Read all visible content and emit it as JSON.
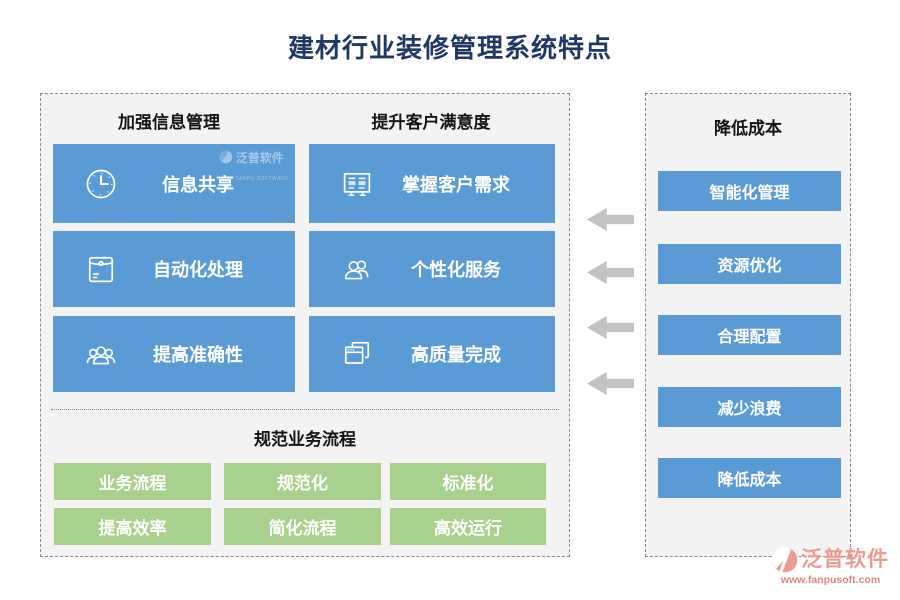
{
  "title": "建材行业装修管理系统特点",
  "left_panel": {
    "sections": [
      {
        "header": "加强信息管理",
        "items": [
          {
            "label": "信息共享",
            "icon": "clock-icon"
          },
          {
            "label": "自动化处理",
            "icon": "envelope-icon"
          },
          {
            "label": "提高准确性",
            "icon": "people-group-icon"
          }
        ]
      },
      {
        "header": "提升客户满意度",
        "items": [
          {
            "label": "掌握客户需求",
            "icon": "board-list-icon"
          },
          {
            "label": "个性化服务",
            "icon": "two-people-icon"
          },
          {
            "label": "高质量完成",
            "icon": "stacked-windows-icon"
          }
        ]
      }
    ],
    "bottom_section": {
      "header": "规范业务流程",
      "items": [
        "业务流程",
        "规范化",
        "标准化",
        "提高效率",
        "简化流程",
        "高效运行"
      ]
    }
  },
  "right_panel": {
    "header": "降低成本",
    "items": [
      "智能化管理",
      "资源优化",
      "合理配置",
      "减少浪费",
      "降低成本"
    ]
  },
  "arrows": {
    "count": 4,
    "direction": "left"
  },
  "watermark": {
    "text": "泛普软件",
    "subtext": "FANPU SOFTWARE"
  },
  "logo": {
    "brand": "泛普软件",
    "url": "www.fanpusoft.com"
  },
  "colors": {
    "title": "#1F3864",
    "feature_blue": "#5B9BD5",
    "process_green": "#A9D18E",
    "panel_bg": "#F3F3F3",
    "arrow_gray": "#C3C3C3",
    "logo_salmon": "#E89C94"
  }
}
